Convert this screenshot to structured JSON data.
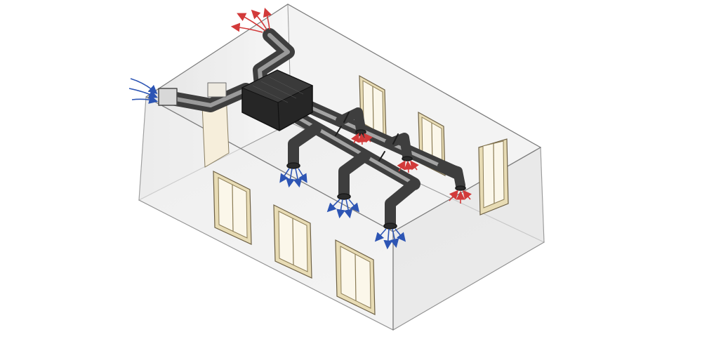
{
  "diagram": {
    "kind": "isometric ventilation duct system illustration",
    "colors": {
      "supply_arrow": "#2d55b4",
      "extract_arrow": "#d23a3a",
      "intake_arrow": "#2d55b4",
      "exhaust_arrow": "#d23a3a",
      "duct": "#5e5e5e",
      "duct_highlight": "#9a9a9a",
      "unit": "#262626",
      "wall_line": "#8a8a8a",
      "window_frame": "#e8dcb5"
    },
    "icons": [
      "ventilation-unit-icon",
      "supply-diffuser-icon",
      "extract-valve-icon",
      "window-icon"
    ],
    "counts": {
      "supply_diffusers": 3,
      "extract_valves": 3,
      "windows": 6
    }
  }
}
